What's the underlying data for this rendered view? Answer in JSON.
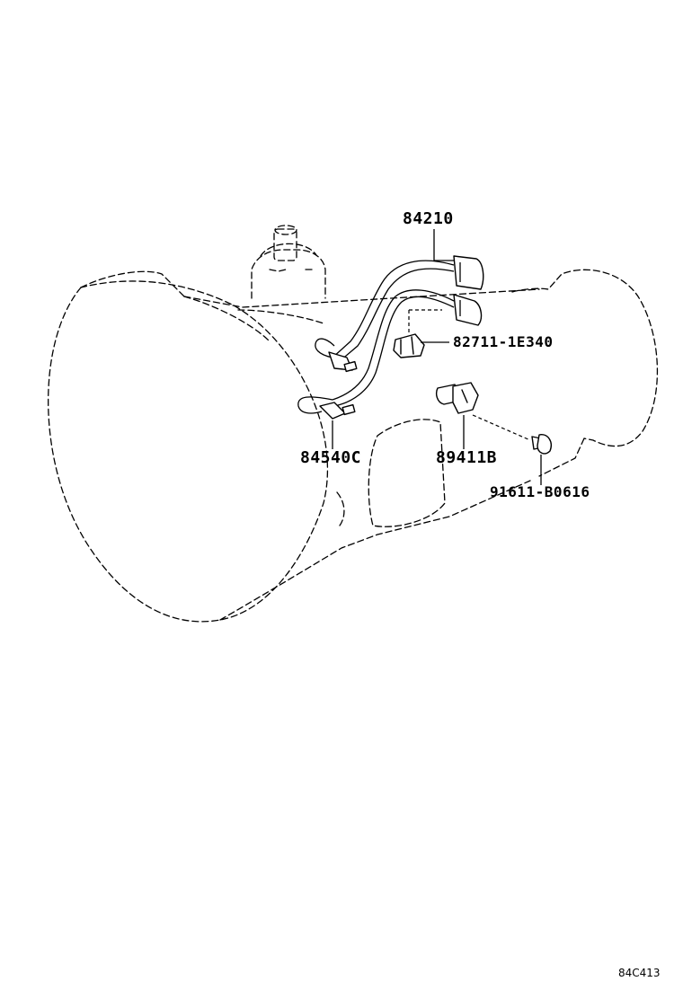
{
  "diagram": {
    "reference_code": "84C413",
    "callouts": [
      {
        "id": "harness",
        "label": "84210"
      },
      {
        "id": "clamp",
        "label": "82711-1E340"
      },
      {
        "id": "switch",
        "label": "84540C"
      },
      {
        "id": "sensor",
        "label": "89411B"
      },
      {
        "id": "bolt",
        "label": "91611-B0616"
      }
    ]
  }
}
